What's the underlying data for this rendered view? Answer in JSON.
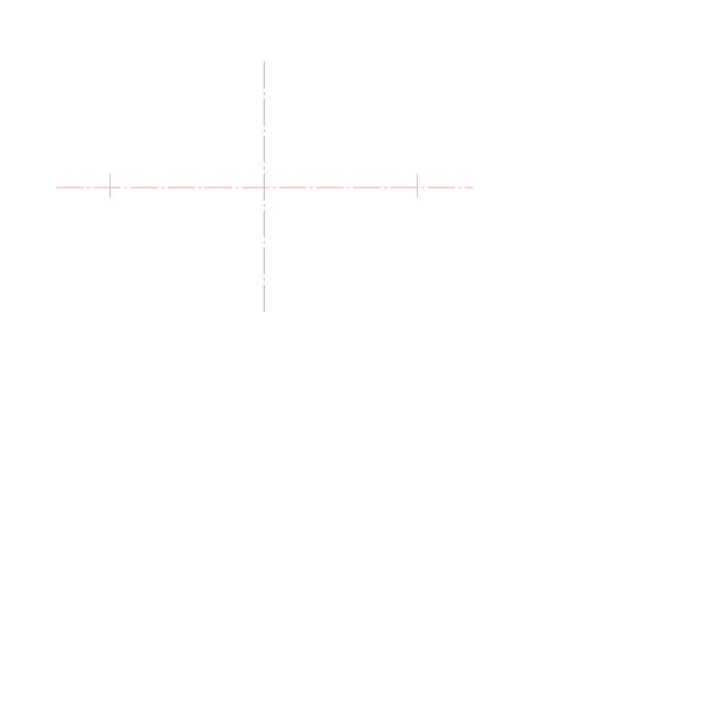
{
  "colors": {
    "background": "#ffffff",
    "centerline": "#e8a0a0",
    "tick": "#b8c4cc"
  },
  "drawing": {
    "centerlines": [
      {
        "id": "horizontal-centerline",
        "orientation": "horizontal",
        "style": "dash-dot"
      },
      {
        "id": "vertical-centerline",
        "orientation": "vertical",
        "style": "dash-dot"
      }
    ],
    "ticks": [
      {
        "id": "left-tick",
        "orientation": "vertical"
      },
      {
        "id": "right-tick",
        "orientation": "vertical"
      }
    ]
  }
}
